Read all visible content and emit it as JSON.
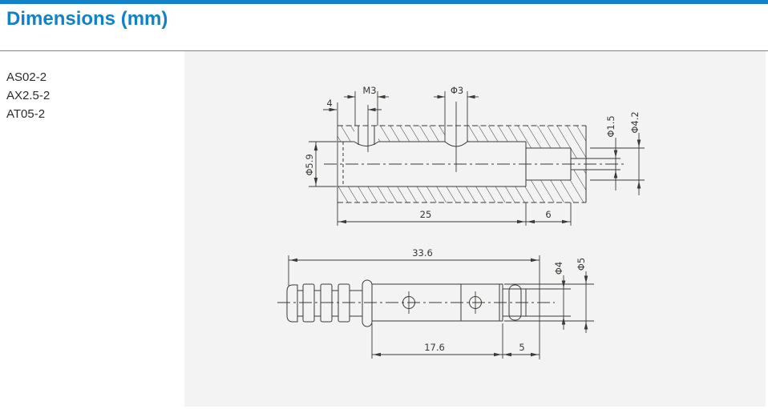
{
  "header": {
    "title": "Dimensions (mm)"
  },
  "models": [
    "AS02-2",
    "AX2.5-2",
    "AT05-2"
  ],
  "top_view": {
    "dim_4": "4",
    "dim_m3": "M3",
    "dim_phi3": "Φ3",
    "dim_phi5_9": "Φ5.9",
    "dim_phi1_5": "Φ1.5",
    "dim_phi4_2": "Φ4.2",
    "dim_25": "25",
    "dim_6": "6"
  },
  "side_view": {
    "dim_33_6": "33.6",
    "dim_17_6": "17.6",
    "dim_5": "5",
    "dim_phi4": "Φ4",
    "dim_phi5": "Φ5"
  },
  "colors": {
    "accent_blue": "#1182ca",
    "panel_gray": "#f2f3f2",
    "line_color": "#3c3a36",
    "divider_gray": "#818181"
  }
}
